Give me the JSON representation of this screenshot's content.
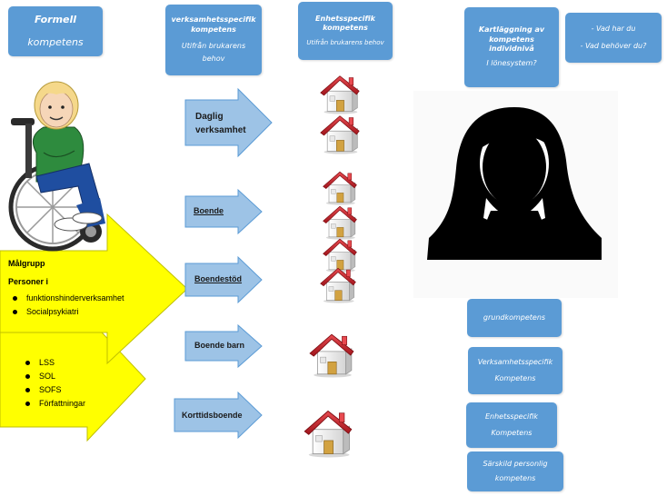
{
  "top_boxes": {
    "formell": {
      "line1": "Formell",
      "line2": "kompetens"
    },
    "verksamhet": {
      "line1": "verksamhetsspecifik",
      "line2": "kompetens",
      "line3": "Utifrån brukarens",
      "line4": "behov"
    },
    "enhet": {
      "line1": "Enhetsspecifik",
      "line2": "kompetens",
      "line3": "Utifrån brukarens behov"
    },
    "kartlaggning": {
      "line1": "Kartläggning av",
      "line2": "kompetens",
      "line3": "individnivå",
      "line4": "I lönesystem?"
    },
    "fragor": {
      "line1": "- Vad har du",
      "line2": "- Vad behöver du?"
    }
  },
  "arrows": [
    {
      "line1": "Daglig",
      "line2": "verksamhet"
    },
    {
      "line1": "Boende",
      "line2": ""
    },
    {
      "line1": "Boendestöd",
      "line2": ""
    },
    {
      "line1": "Boende barn",
      "line2": ""
    },
    {
      "line1": "Korttidsboende",
      "line2": ""
    }
  ],
  "malgrupp": {
    "title": "Målgrupp",
    "subtitle": "Personer i",
    "items": [
      "funktionshinderverksamhet",
      "Socialpsykiatri"
    ]
  },
  "lagar": {
    "items": [
      "LSS",
      "SOL",
      "SOFS",
      "Författningar"
    ]
  },
  "right_boxes": {
    "grund": {
      "line1": "grundkompetens"
    },
    "verksamhet": {
      "line1": "Verksamhetsspecifik",
      "line2": "Kompetens"
    },
    "enhet": {
      "line1": "Enhetsspecifik",
      "line2": "Kompetens"
    },
    "sarskild": {
      "line1": "Särskild personlig",
      "line2": "kompetens"
    }
  },
  "colors": {
    "box_blue": "#5B9BD5",
    "arrow_fill": "#9DC3E6",
    "arrow_stroke": "#5B9BD5",
    "yellow": "#FFFF00",
    "roof_red": "#C0232B"
  },
  "icons": {
    "person": "wheelchair-user-icon",
    "silhouette": "woman-silhouette-icon",
    "house": "house-icon"
  }
}
